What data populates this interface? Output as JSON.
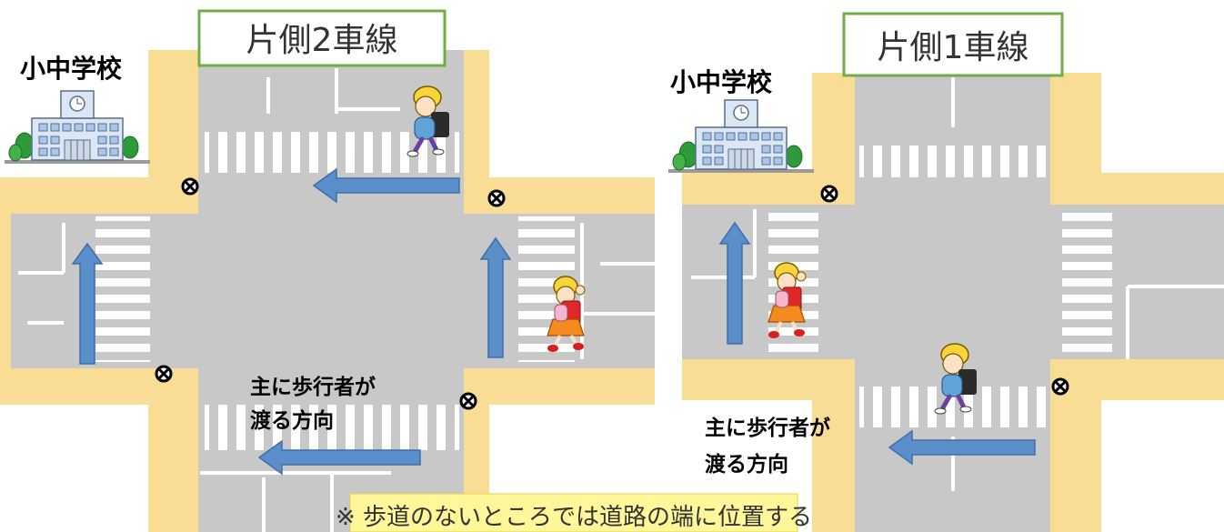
{
  "diagrams": [
    {
      "lane_label": "片側2車線",
      "school_label": "小中学校",
      "crossing_label_line1": "主に歩行者が",
      "crossing_label_line2": "渡る方向"
    },
    {
      "lane_label": "片側1車線",
      "school_label": "小中学校",
      "crossing_label_line1": "主に歩行者が",
      "crossing_label_line2": "渡る方向"
    }
  ],
  "note": "※ 歩道のないところでは道路の端に位置する",
  "colors": {
    "road": "#c8c8c8",
    "sidewalk": "#f9dd94",
    "arrow": "#5b8fcb",
    "arrow_stroke": "#3f6fa6",
    "label_border": "#70ad47",
    "note_bg": "#fff79a"
  },
  "icons": [
    "school-building-icon",
    "position-marker-icon",
    "child-pedestrian-icon"
  ]
}
